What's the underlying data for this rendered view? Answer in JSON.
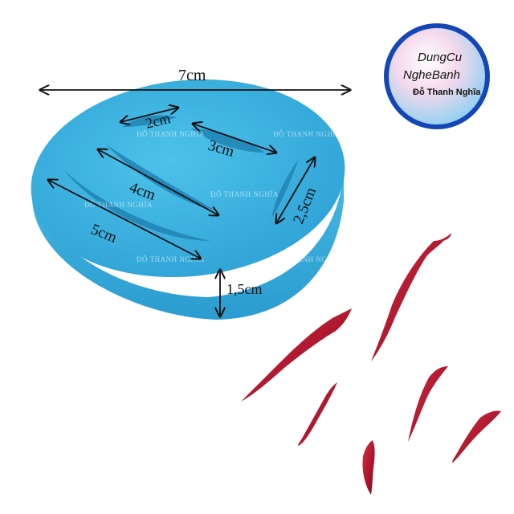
{
  "logo": {
    "line1": "DungCu",
    "line2": "NgheBanh",
    "line3": "Đỗ Thanh Nghĩa"
  },
  "dimensions": {
    "width_total": "7cm",
    "cavity_1": "2cm",
    "cavity_2": "3cm",
    "cavity_3": "4cm",
    "cavity_4": "2,5cm",
    "cavity_5": "5cm",
    "height": "1,5cm"
  },
  "watermark": {
    "text_full": "ĐỖ THANH NGHĨA",
    "text_short": "NGHĨA"
  },
  "colors": {
    "mold_blue": "#3fb6e2",
    "chili_red": "#b3182e",
    "logo_ring": "#1546b8"
  }
}
